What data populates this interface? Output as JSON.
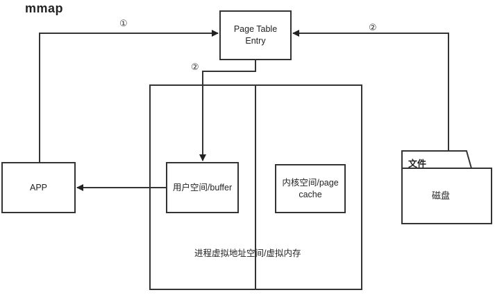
{
  "title": "mmap",
  "nodes": {
    "page_table_entry": "Page Table\nEntry",
    "app": "APP",
    "user_buffer": "用户空间/buffer",
    "kernel_page_cache": "内核空间/page\ncache",
    "file_tab": "文件",
    "disk": "磁盘"
  },
  "virtual_address_space_label": "进程虚拟地址空间/虚拟内存",
  "steps": {
    "app_to_pte": "①",
    "disk_to_pte": "②",
    "pte_to_buffer": "②"
  }
}
